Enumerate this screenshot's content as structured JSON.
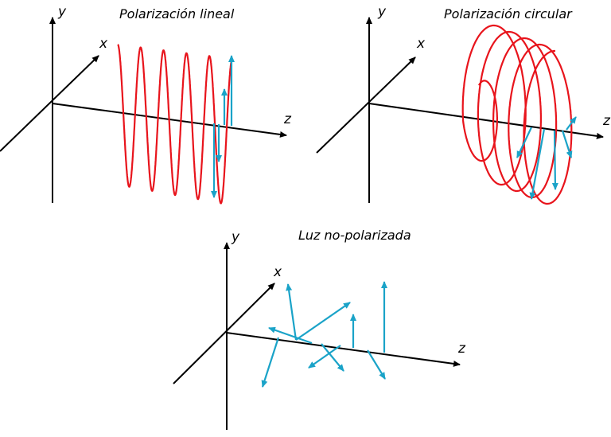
{
  "colors": {
    "axis": "#000000",
    "wave": "#e8141c",
    "vector": "#1aa3c8",
    "background": "#ffffff"
  },
  "panels": [
    {
      "id": "linear",
      "title": "Polarización lineal",
      "axes": {
        "x": "x",
        "y": "y",
        "z": "z"
      }
    },
    {
      "id": "circular",
      "title": "Polarización circular",
      "axes": {
        "x": "x",
        "y": "y",
        "z": "z"
      }
    },
    {
      "id": "unpolarized",
      "title": "Luz no-polarizada",
      "axes": {
        "x": "x",
        "y": "y",
        "z": "z"
      }
    }
  ]
}
